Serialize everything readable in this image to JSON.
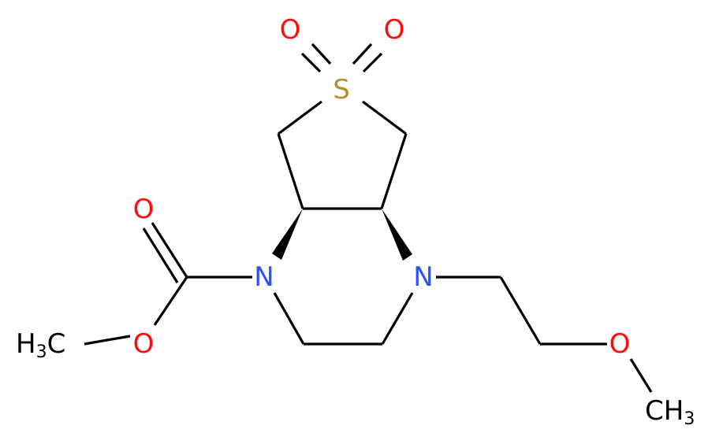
{
  "molecule": {
    "atoms": {
      "o_sulfonyl_left": "O",
      "o_sulfonyl_right": "O",
      "sulfur": "S",
      "n_left": "N",
      "n_right": "N",
      "o_carbonyl": "O",
      "o_ester": "O",
      "o_ether": "O",
      "methyl_ester_main": "H",
      "methyl_ester_sub": "3",
      "methyl_ester_c": "C",
      "methyl_ether_main": "CH",
      "methyl_ether_sub": "3"
    },
    "colors": {
      "oxygen": "#ff0d0d",
      "nitrogen": "#3050f8",
      "sulfur": "#b2912b",
      "bond": "#000000"
    }
  }
}
